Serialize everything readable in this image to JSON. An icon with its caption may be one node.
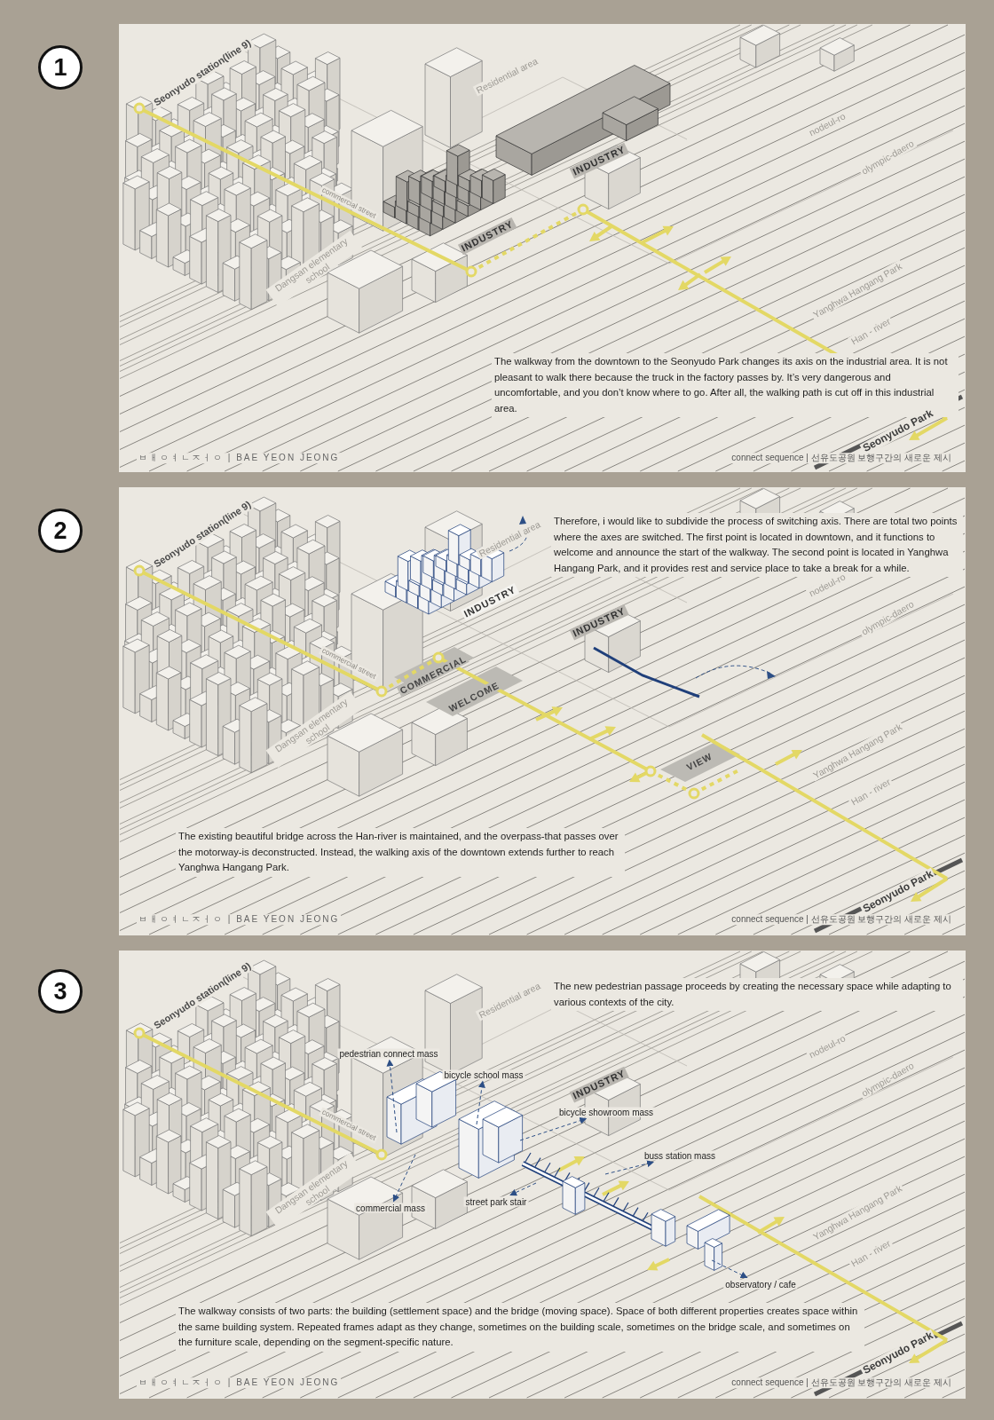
{
  "diagram": {
    "nodes": [
      {
        "text": [
          "1"
        ]
      },
      {
        "text": [
          "2"
        ]
      },
      {
        "text": [
          "3"
        ]
      },
      {
        "text": [
          "The walkway from the downtown to the Seonyudo Park changes its axis on the industrial area. It is not pleasant to walk there because the truck in the factory passes by. It’s very dangerous and uncomfortable, and you don’t know where to go. After all, the walking path is cut off in this industrial area."
        ]
      },
      {
        "text": [
          "Therefore, i would like to subdivide the process of switching axis. There are total two points where the axes are switched. The first point is located in downtown, and it functions to welcome and announce the start of the walkway. The second point is located in Yanghwa Hangang Park, and it provides rest and service place to take a break for a while.",
          "The existing beautiful bridge across the Han-river is maintained, and the overpass-that passes over the motorway-is deconstructed. Instead, the walking axis of the downtown extends further to reach Yanghwa Hangang Park."
        ]
      },
      {
        "text": [
          "The new pedestrian passage proceeds by creating the necessary space while adapting to various contexts of the city.",
          "The walkway consists of two parts: the building (settlement space) and the bridge (moving space). Space of both different properties creates space within the same building system. Repeated frames adapt as they change, sometimes on the building scale, sometimes on the bridge scale, and sometimes on the furniture scale, depending on the segment-specific nature."
        ]
      },
      {
        "text": [
          "pedestrian connect mass"
        ],
        "in": 5
      },
      {
        "text": [
          "bicycle school mass"
        ],
        "in": 5
      },
      {
        "text": [
          "bicycle showroom mass"
        ],
        "in": 5
      },
      {
        "text": [
          "buss station mass"
        ],
        "in": 5
      },
      {
        "text": [
          "commercial mass"
        ],
        "in": 5
      },
      {
        "text": [
          "street park stair"
        ],
        "in": 5
      },
      {
        "text": [
          "observatory / cafe"
        ],
        "in": 5
      }
    ],
    "edges": [
      {
        "from": null,
        "to": 6,
        "arrow": "to",
        "style": "dashed"
      },
      {
        "from": null,
        "to": 7,
        "arrow": "to",
        "style": "dashed"
      },
      {
        "from": null,
        "to": 8,
        "arrow": "to",
        "style": "dashed"
      },
      {
        "from": null,
        "to": 9,
        "arrow": "to",
        "style": "dashed"
      },
      {
        "from": null,
        "to": 10,
        "arrow": "to",
        "style": "dashed"
      },
      {
        "from": null,
        "to": 11,
        "arrow": "to",
        "style": "dashed"
      },
      {
        "from": null,
        "to": 12,
        "arrow": "to",
        "style": "dashed"
      }
    ],
    "labels": [
      "Seonyudo station(line 9)",
      "Residential area",
      "commercial street",
      "INDUSTRY",
      "INDUSTRY",
      "nodeul-ro",
      "olympic-daero",
      "Dangsan elementary school",
      "Yanghwa Hangang Park",
      "Han - river",
      "Seonyudo Park",
      "ㅂㅐㅇㅕㄴㅈㅓㅇ | BAE YEON JEONG",
      "connect sequence | 선유도공원 보행구간의 새로운 제시",
      "Seonyudo station(line 9)",
      "Residential area",
      "INDUSTRY",
      "INDUSTRY",
      "commercial street",
      "COMMERCIAL",
      "WELCOME",
      "nodeul-ro",
      "olympic-daero",
      "Dangsan elementary school",
      "VIEW",
      "Yanghwa Hangang Park",
      "Han - river",
      "Seonyudo Park",
      "ㅂㅐㅇㅕㄴㅈㅓㅇ | BAE YEON JEONG",
      "connect sequence | 선유도공원 보행구간의 새로운 제시",
      "Seonyudo station(line 9)",
      "Residential area",
      "INDUSTRY",
      "commercial street",
      "nodeul-ro",
      "olympic-daero",
      "Dangsan elementary school",
      "Yanghwa Hangang Park",
      "Han - river",
      "Seonyudo Park",
      "ㅂㅐㅇㅕㄴㅈㅓㅇ | BAE YEON JEONG",
      "connect sequence | 선유도공원 보행구간의 새로운 제시"
    ]
  }
}
